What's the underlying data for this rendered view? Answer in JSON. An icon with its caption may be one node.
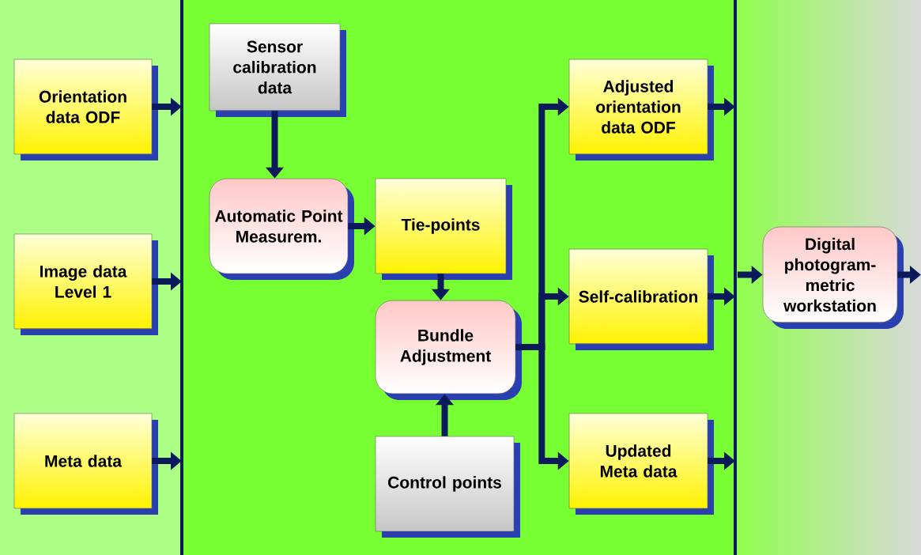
{
  "diagram": {
    "nodes": [
      {
        "text": [
          "Orientation data ODF"
        ]
      },
      {
        "text": [
          "Image data Level 1"
        ]
      },
      {
        "text": [
          "Meta data"
        ]
      },
      {
        "text": [
          "Sensor calibration data"
        ]
      },
      {
        "text": [
          "Automatic Point Measurem."
        ]
      },
      {
        "text": [
          "Tie-points"
        ]
      },
      {
        "text": [
          "Bundle Adjustment"
        ]
      },
      {
        "text": [
          "Control points"
        ]
      },
      {
        "text": [
          "Adjusted orientation data ODF"
        ]
      },
      {
        "text": [
          "Self-calibration"
        ]
      },
      {
        "text": [
          "Updated Meta data"
        ]
      },
      {
        "text": [
          "Digital photogram-metric workstation"
        ]
      }
    ],
    "edges": [
      {
        "from": 0,
        "to": null,
        "arrow": "to"
      },
      {
        "from": 1,
        "to": null,
        "arrow": "to"
      },
      {
        "from": 2,
        "to": null,
        "arrow": "to"
      },
      {
        "from": 3,
        "to": 4,
        "arrow": "to"
      },
      {
        "from": 4,
        "to": 5,
        "arrow": "to"
      },
      {
        "from": 5,
        "to": 6,
        "arrow": "to"
      },
      {
        "from": 7,
        "to": 6,
        "arrow": "to"
      },
      {
        "from": 6,
        "to": 8,
        "arrow": "to"
      },
      {
        "from": 6,
        "to": 9,
        "arrow": "to"
      },
      {
        "from": 6,
        "to": 10,
        "arrow": "to"
      },
      {
        "from": 8,
        "to": null,
        "arrow": "to"
      },
      {
        "from": 9,
        "to": null,
        "arrow": "to"
      },
      {
        "from": 10,
        "to": null,
        "arrow": "to"
      },
      {
        "from": null,
        "to": 11,
        "arrow": "to"
      },
      {
        "from": 11,
        "to": null,
        "arrow": "to"
      }
    ]
  }
}
